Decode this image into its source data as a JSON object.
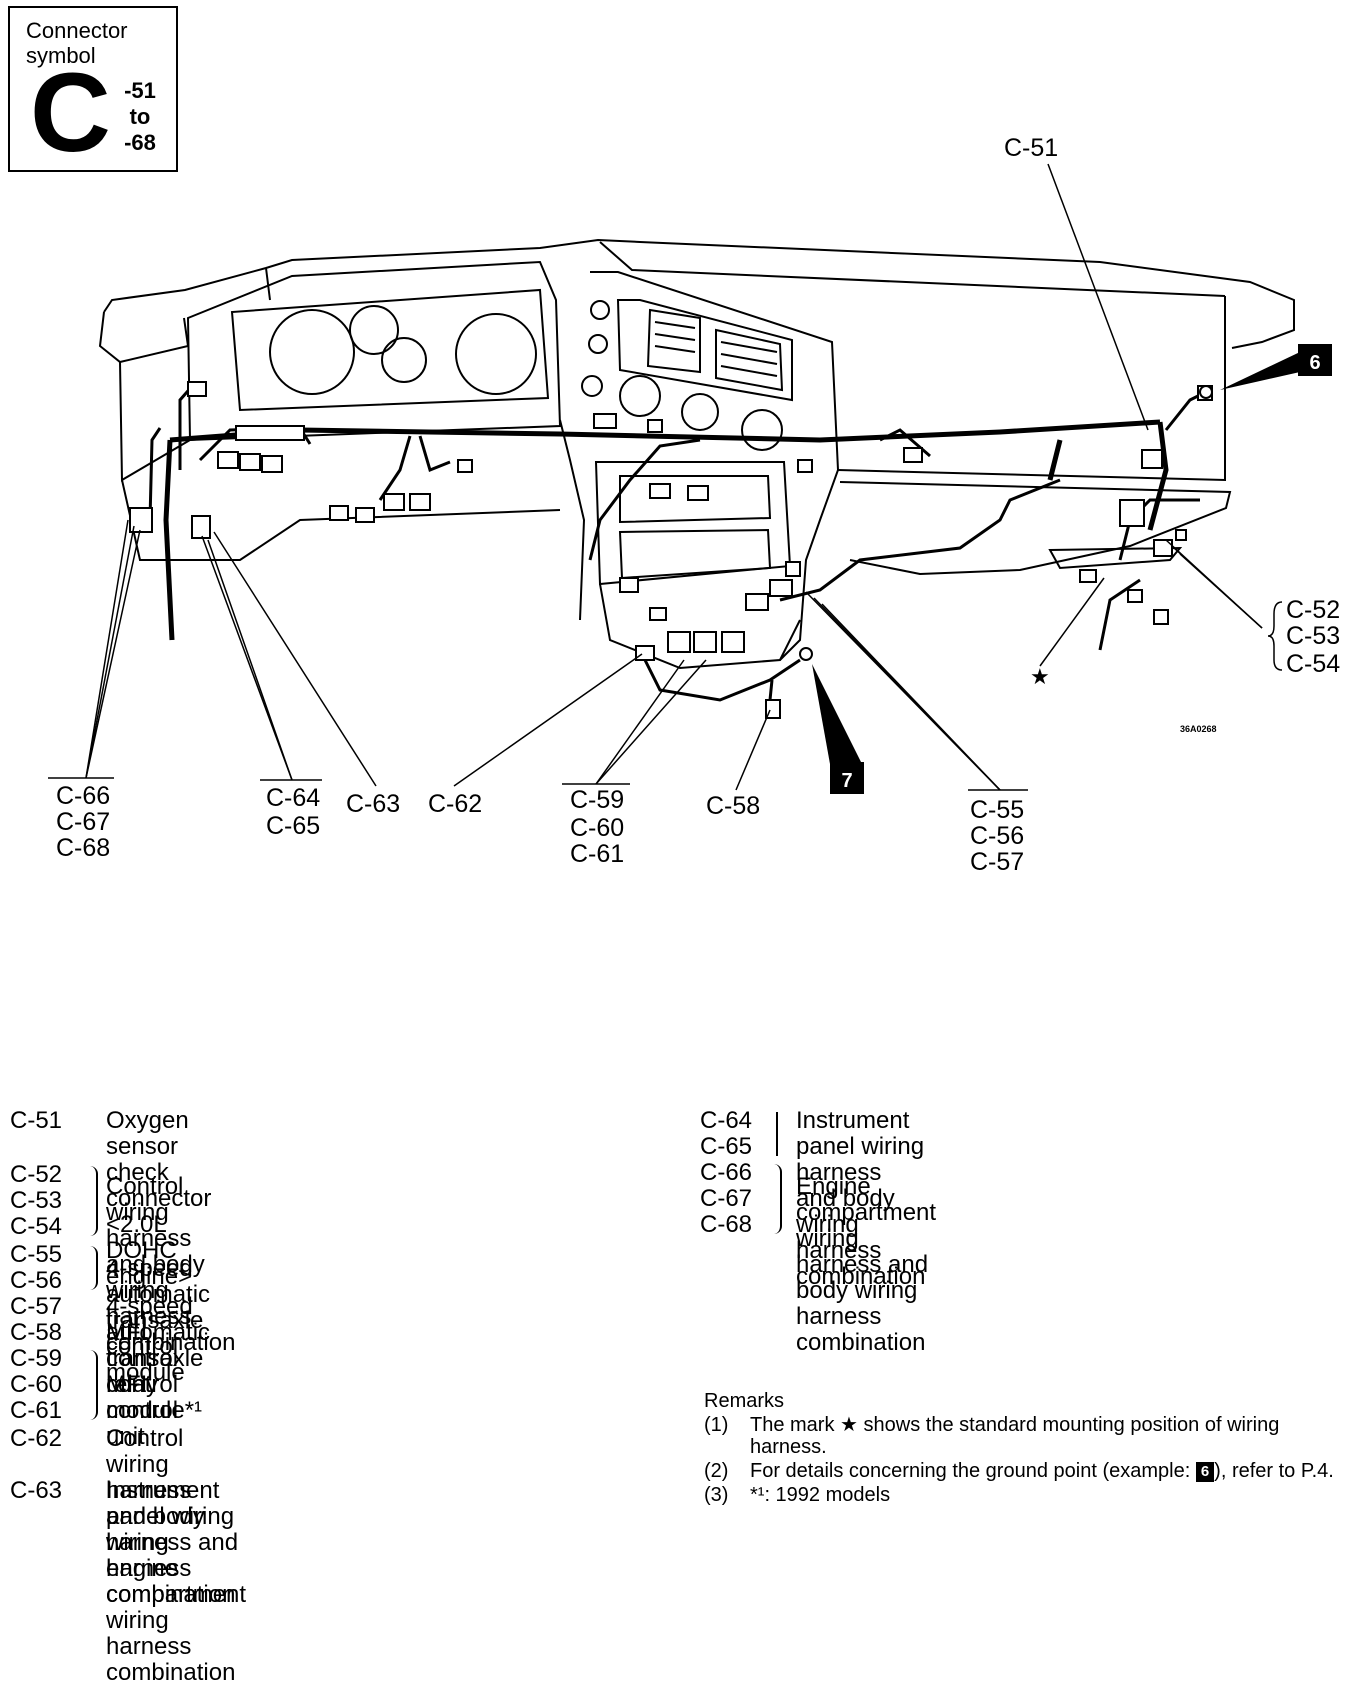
{
  "symbol": {
    "caption_line1": "Connector",
    "caption_line2": "symbol",
    "letter": "C",
    "range_start": "-51",
    "range_mid": "to",
    "range_end": "-68"
  },
  "diagram": {
    "image_code": "36A0268",
    "ground_badges": [
      "6",
      "7"
    ],
    "star_symbol": "★",
    "callouts": {
      "c51": "C-51",
      "c52_54": [
        "C-52",
        "C-53",
        "C-54"
      ],
      "c55_57": [
        "C-55",
        "C-56",
        "C-57"
      ],
      "c58": "C-58",
      "c59_61": [
        "C-59",
        "C-60",
        "C-61"
      ],
      "c62": "C-62",
      "c63": "C-63",
      "c64_65": [
        "C-64",
        "C-65"
      ],
      "c66_68": [
        "C-66",
        "C-67",
        "C-68"
      ]
    }
  },
  "legend": {
    "left": [
      {
        "codes": [
          "C-51"
        ],
        "text": [
          "Oxygen sensor check connector",
          "<2.0L DOHC engine>"
        ]
      },
      {
        "codes": [
          "C-52",
          "C-53",
          "C-54"
        ],
        "text": [
          "Control wiring harness and body wiring",
          "harness combination"
        ]
      },
      {
        "codes": [
          "C-55",
          "C-56"
        ],
        "text": [
          "4-speed automatic transaxle control module"
        ]
      },
      {
        "codes": [
          "C-57"
        ],
        "text": [
          "4-speed automatic transaxle control module*¹"
        ]
      },
      {
        "codes": [
          "C-58"
        ],
        "text": [
          "MFI control relay"
        ]
      },
      {
        "codes": [
          "C-59",
          "C-60",
          "C-61"
        ],
        "text": [
          "MFI control unit"
        ]
      },
      {
        "codes": [
          "C-62"
        ],
        "text": [
          "Control wiring harness and body wiring",
          "harness combination"
        ]
      },
      {
        "codes": [
          "C-63"
        ],
        "text": [
          "Instrument panel wiring harness and engine",
          "compartment wiring harness combination"
        ]
      }
    ],
    "right": [
      {
        "codes": [
          "C-64",
          "C-65"
        ],
        "text": [
          "Instrument panel wiring harness and body",
          "wiring harness combination"
        ]
      },
      {
        "codes": [
          "C-66",
          "C-67",
          "C-68"
        ],
        "text": [
          "Engine compartment wiring harness and",
          "body wiring harness combination"
        ]
      }
    ]
  },
  "remarks": {
    "title": "Remarks",
    "item1_num": "(1)",
    "item1_pre": "The mark",
    "item1_post": "shows the standard mounting position of wiring harness.",
    "item2_num": "(2)",
    "item2_pre": "For details concerning the ground point (example:",
    "item2_badge": "6",
    "item2_post": "), refer to P.4.",
    "item3_num": "(3)",
    "item3_text": "*¹: 1992 models"
  }
}
